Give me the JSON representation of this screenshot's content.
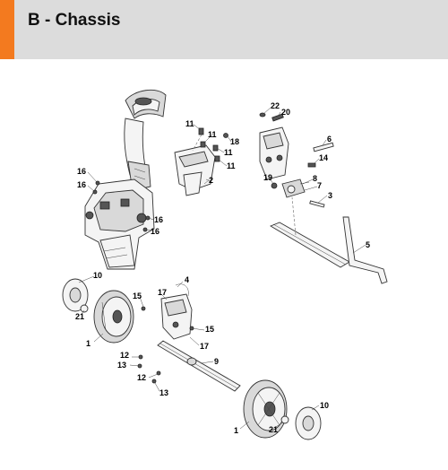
{
  "header": {
    "title": "B - Chassis",
    "accent_color": "#f37a1f",
    "band_color": "#dcdcdc"
  },
  "callouts": {
    "c1_left": "1",
    "c1_right": "1",
    "c2": "2",
    "c3": "3",
    "c4": "4",
    "c5": "5",
    "c6": "6",
    "c7": "7",
    "c8": "8",
    "c9": "9",
    "c10_left": "10",
    "c10_right": "10",
    "c11_a": "11",
    "c11_b": "11",
    "c11_c": "11",
    "c11_d": "11",
    "c12_a": "12",
    "c12_b": "12",
    "c13_a": "13",
    "c13_b": "13",
    "c14": "14",
    "c15_a": "15",
    "c15_b": "15",
    "c16_a": "16",
    "c16_b": "16",
    "c16_c": "16",
    "c16_d": "16",
    "c17_a": "17",
    "c17_b": "17",
    "c18": "18",
    "c19": "19",
    "c20": "20",
    "c21_left": "21",
    "c21_right": "21",
    "c22": "22"
  }
}
